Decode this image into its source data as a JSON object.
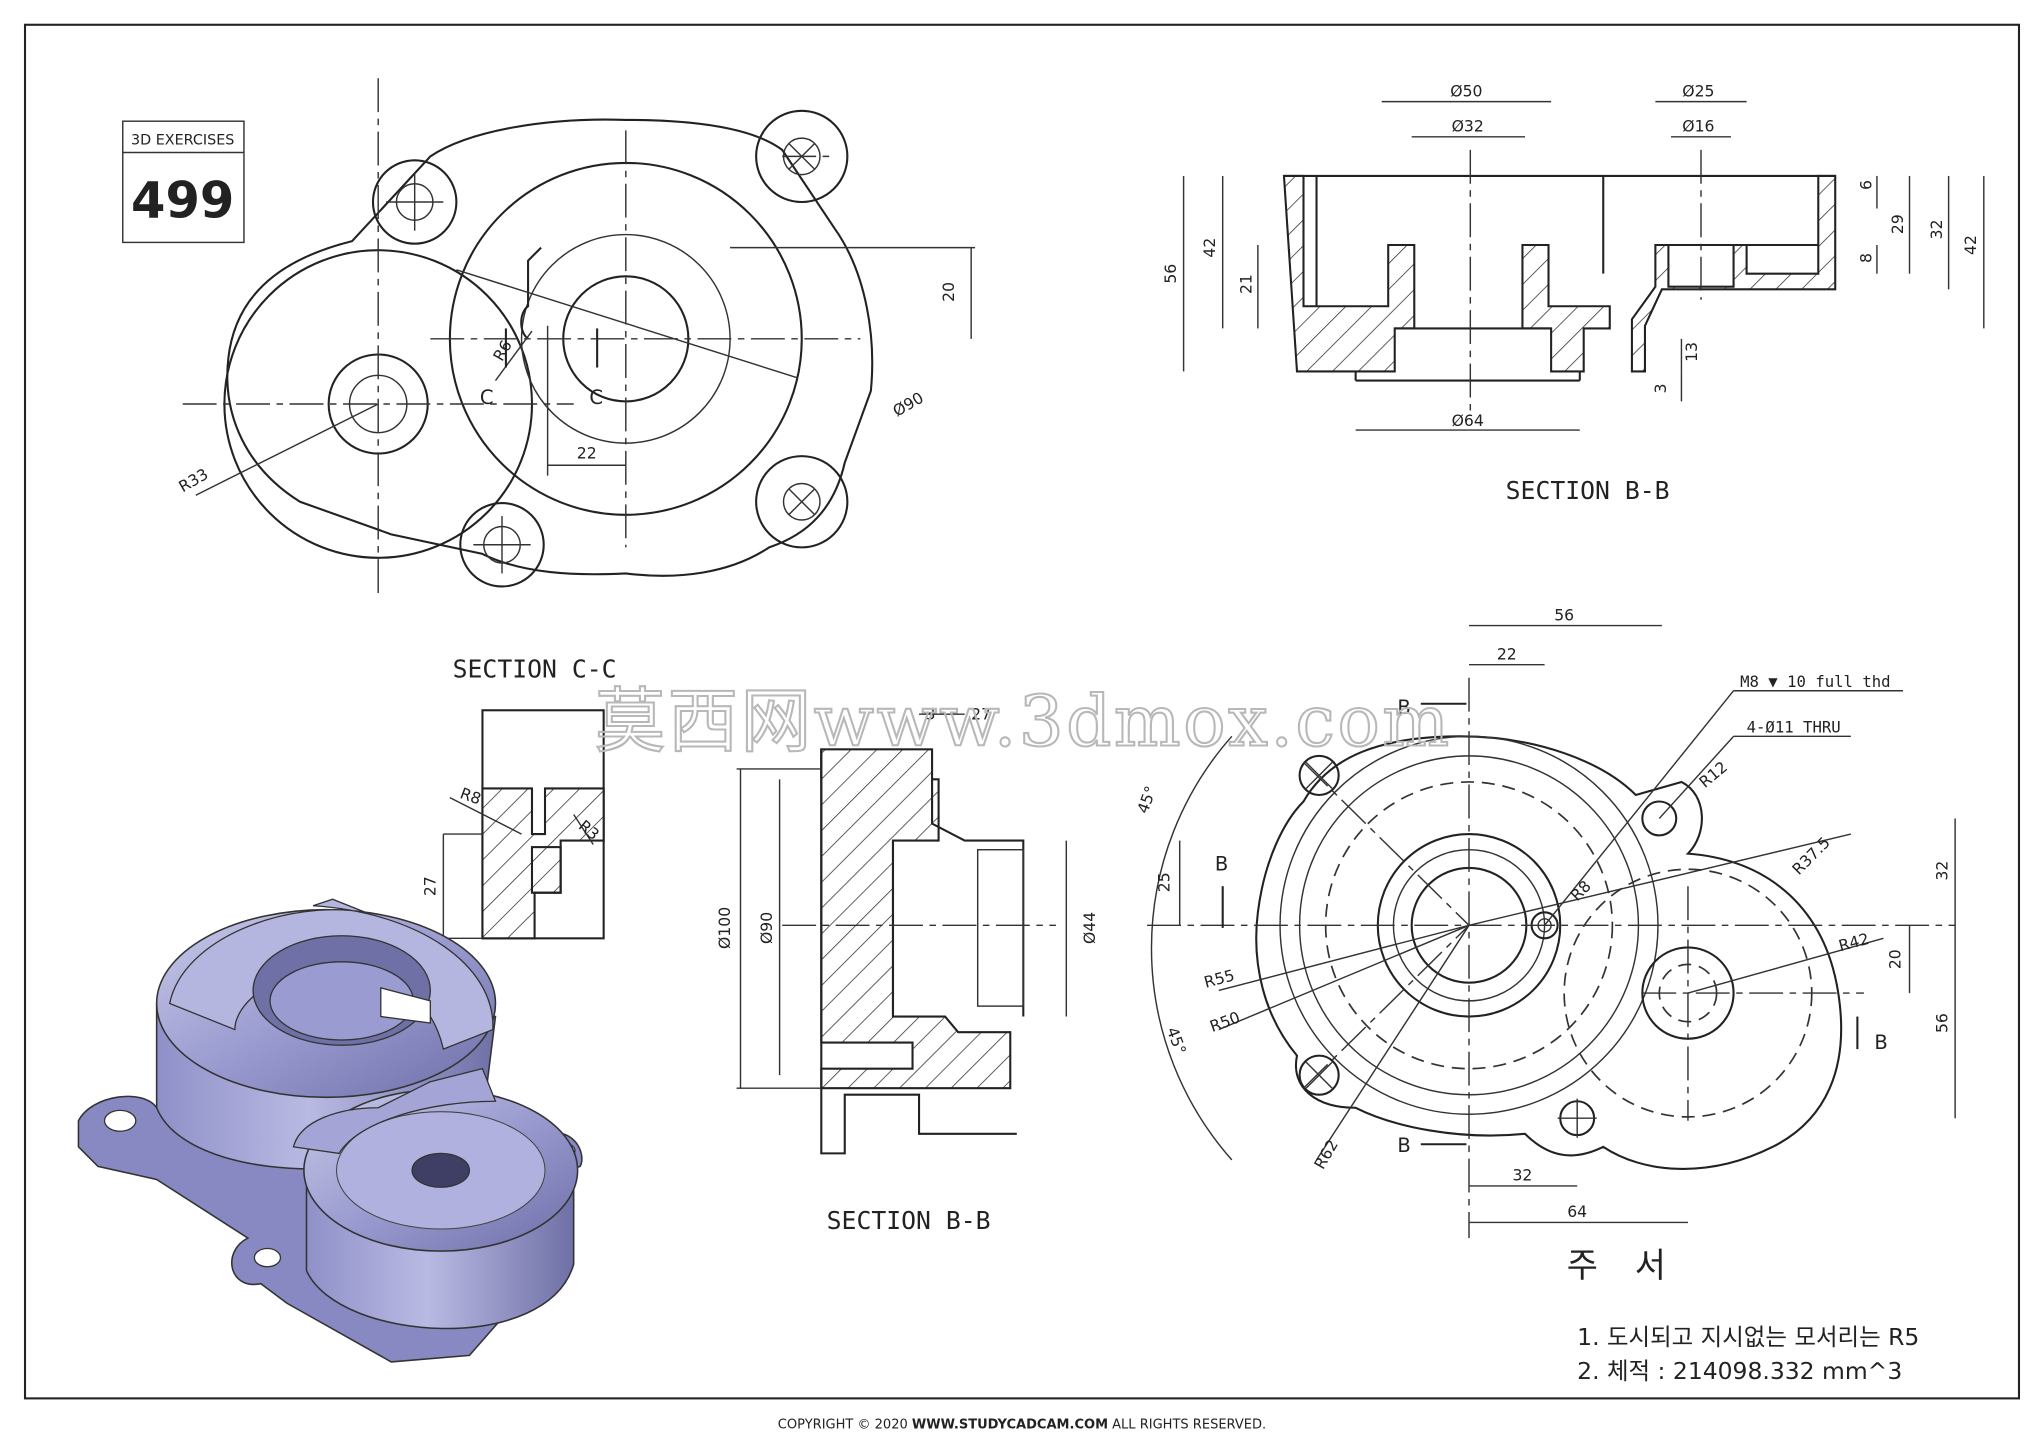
{
  "badge": {
    "caption": "3D EXERCISES",
    "number": "499"
  },
  "section_labels": {
    "top_right": "SECTION B-B",
    "middle": "SECTION C-C",
    "bottom_middle": "SECTION B-B"
  },
  "watermark": "莫西网www.3dmox.com",
  "cut_letters": {
    "c": "C",
    "b": "B"
  },
  "top_view_dims": {
    "d20": "20",
    "r6": "R6",
    "d90": "Ø90",
    "r33": "R33",
    "d22": "22"
  },
  "section_bb_top_dims": {
    "d50": "Ø50",
    "d32": "Ø32",
    "d25": "Ø25",
    "d16": "Ø16",
    "d6": "6",
    "d8": "8",
    "d29": "29",
    "d32v": "32",
    "d42r": "42",
    "d56": "56",
    "d42l": "42",
    "d21": "21",
    "d13": "13",
    "d3": "3",
    "d64": "Ø64"
  },
  "section_cc_dims": {
    "r8": "R8",
    "r3": "R3",
    "d27": "27"
  },
  "section_bb_mid_dims": {
    "d3": "3",
    "d27": "27",
    "d100": "Ø100",
    "d90": "Ø90",
    "d44": "Ø44"
  },
  "front_view_dims": {
    "d56": "56",
    "d22": "22",
    "thread": "M8 ▼ 10 full thd",
    "holes": "4-Ø11 THRU",
    "r12": "R12",
    "a45top": "45°",
    "a45bot": "45°",
    "r375": "R37.5",
    "d32v": "32",
    "d25": "25",
    "r8": "R8",
    "r42": "R42",
    "d20": "20",
    "r55": "R55",
    "r50": "R50",
    "d56v": "56",
    "r62": "R62",
    "d32h": "32",
    "d64": "64"
  },
  "notes": {
    "title": "주 서",
    "line1": "1. 도시되고 지시없는 모서리는 R5",
    "line2": "2. 체적 : 214098.332 mm^3"
  },
  "copyright": {
    "prefix": "COPYRIGHT © 2020 ",
    "site": "WWW.STUDYCADCAM.COM",
    "suffix": " ALL RIGHTS RESERVED."
  },
  "colors": {
    "line": "#222222",
    "iso_body": "#9a9bd0",
    "iso_dark": "#6e6fa8",
    "iso_light": "#c9cae8",
    "watermark": "#c8c8c8"
  }
}
